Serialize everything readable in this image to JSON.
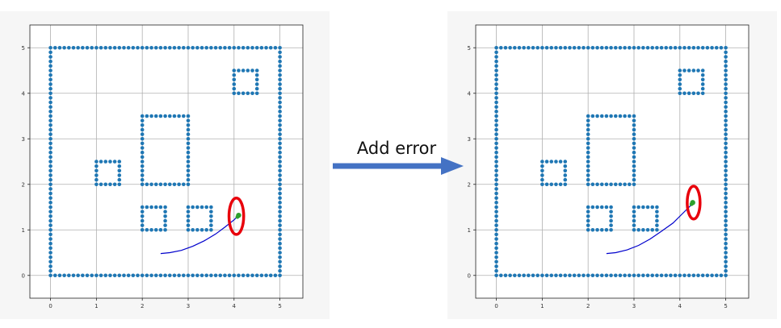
{
  "arrow": {
    "label": "Add error",
    "color": "#4472c4"
  },
  "chart_data": [
    {
      "type": "scatter",
      "xlim": [
        -0.45,
        5.5
      ],
      "ylim": [
        -0.5,
        5.5
      ],
      "xticks": [
        "0",
        "1",
        "2",
        "3",
        "4",
        "5"
      ],
      "yticks": [
        "0",
        "1",
        "2",
        "3",
        "4",
        "5"
      ],
      "grid": true,
      "obstacle_color": "#1f77b4",
      "obstacles": [
        {
          "kind": "border",
          "x0": 0,
          "y0": 0,
          "x1": 5,
          "y1": 5,
          "step": 0.1
        },
        {
          "kind": "box",
          "x0": 1.0,
          "y0": 2.0,
          "x1": 1.5,
          "y1": 2.5,
          "step": 0.1
        },
        {
          "kind": "box",
          "x0": 2.0,
          "y0": 2.0,
          "x1": 3.0,
          "y1": 3.5,
          "step": 0.1
        },
        {
          "kind": "box",
          "x0": 2.0,
          "y0": 1.0,
          "x1": 2.5,
          "y1": 1.5,
          "step": 0.1
        },
        {
          "kind": "box",
          "x0": 3.0,
          "y0": 1.0,
          "x1": 3.5,
          "y1": 1.5,
          "step": 0.1
        },
        {
          "kind": "box",
          "x0": 4.0,
          "y0": 4.0,
          "x1": 4.5,
          "y1": 4.5,
          "step": 0.1
        }
      ],
      "trajectory": {
        "color": "#0000cc",
        "x": [
          2.4,
          2.6,
          2.85,
          3.1,
          3.35,
          3.6,
          3.8,
          4.0,
          4.1
        ],
        "y": [
          0.48,
          0.5,
          0.55,
          0.64,
          0.76,
          0.91,
          1.06,
          1.22,
          1.32
        ]
      },
      "endpoint": {
        "x": 4.1,
        "y": 1.32,
        "color": "#2ca02c"
      },
      "highlight": {
        "cx": 4.05,
        "cy": 1.3,
        "rx": 0.16,
        "ry": 0.4,
        "color": "#e8000b"
      }
    },
    {
      "type": "scatter",
      "xlim": [
        -0.45,
        5.5
      ],
      "ylim": [
        -0.5,
        5.5
      ],
      "xticks": [
        "0",
        "1",
        "2",
        "3",
        "4",
        "5"
      ],
      "yticks": [
        "0",
        "1",
        "2",
        "3",
        "4",
        "5"
      ],
      "grid": true,
      "obstacle_color": "#1f77b4",
      "obstacles": [
        {
          "kind": "border",
          "x0": 0,
          "y0": 0,
          "x1": 5,
          "y1": 5,
          "step": 0.1
        },
        {
          "kind": "box",
          "x0": 1.0,
          "y0": 2.0,
          "x1": 1.5,
          "y1": 2.5,
          "step": 0.1
        },
        {
          "kind": "box",
          "x0": 2.0,
          "y0": 2.0,
          "x1": 3.0,
          "y1": 3.5,
          "step": 0.1
        },
        {
          "kind": "box",
          "x0": 2.0,
          "y0": 1.0,
          "x1": 2.5,
          "y1": 1.5,
          "step": 0.1
        },
        {
          "kind": "box",
          "x0": 3.0,
          "y0": 1.0,
          "x1": 3.5,
          "y1": 1.5,
          "step": 0.1
        },
        {
          "kind": "box",
          "x0": 4.0,
          "y0": 4.0,
          "x1": 4.5,
          "y1": 4.5,
          "step": 0.1
        }
      ],
      "trajectory": {
        "color": "#0000cc",
        "x": [
          2.4,
          2.6,
          2.85,
          3.1,
          3.35,
          3.6,
          3.85,
          4.05,
          4.25
        ],
        "y": [
          0.48,
          0.5,
          0.56,
          0.66,
          0.8,
          0.97,
          1.15,
          1.35,
          1.55
        ]
      },
      "endpoint": {
        "x": 4.28,
        "y": 1.6,
        "color": "#2ca02c"
      },
      "highlight": {
        "cx": 4.3,
        "cy": 1.6,
        "rx": 0.14,
        "ry": 0.36,
        "color": "#e8000b"
      }
    }
  ]
}
